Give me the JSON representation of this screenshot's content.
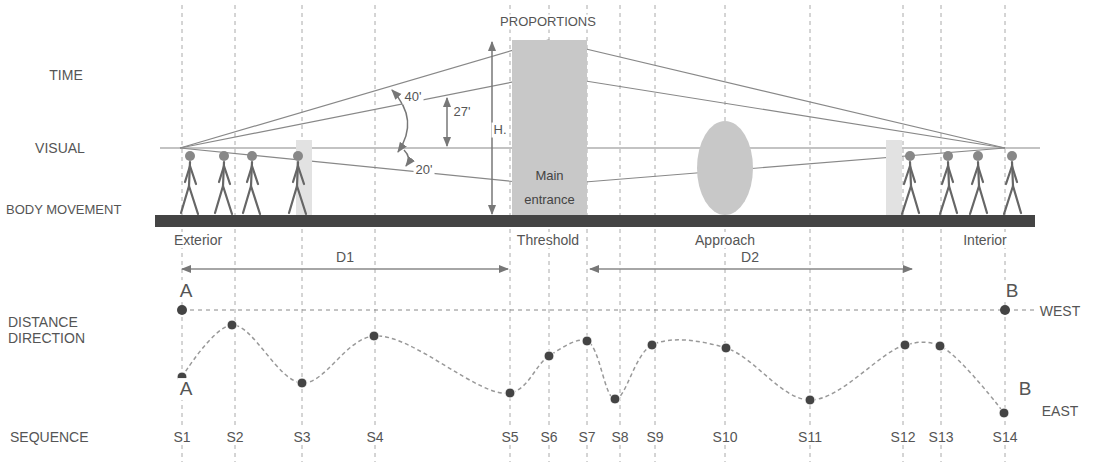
{
  "diagram": {
    "nodes": [
      {
        "text": [
          "Main entrance"
        ]
      }
    ],
    "labels": [
      "PROPORTIONS",
      "TIME",
      "VISUAL",
      "BODY MOVEMENT",
      "40'",
      "27'",
      "20'",
      "H.",
      "Exterior",
      "Threshold",
      "Approach",
      "Interior",
      "D1",
      "D2",
      "A",
      "B",
      "WEST",
      "DISTANCE DIRECTION",
      "A",
      "B",
      "EAST",
      "SEQUENCE",
      "S1",
      "S2",
      "S3",
      "S4",
      "S5",
      "S6",
      "S7",
      "S8",
      "S9",
      "S10",
      "S11",
      "S12",
      "S13",
      "S14"
    ]
  }
}
